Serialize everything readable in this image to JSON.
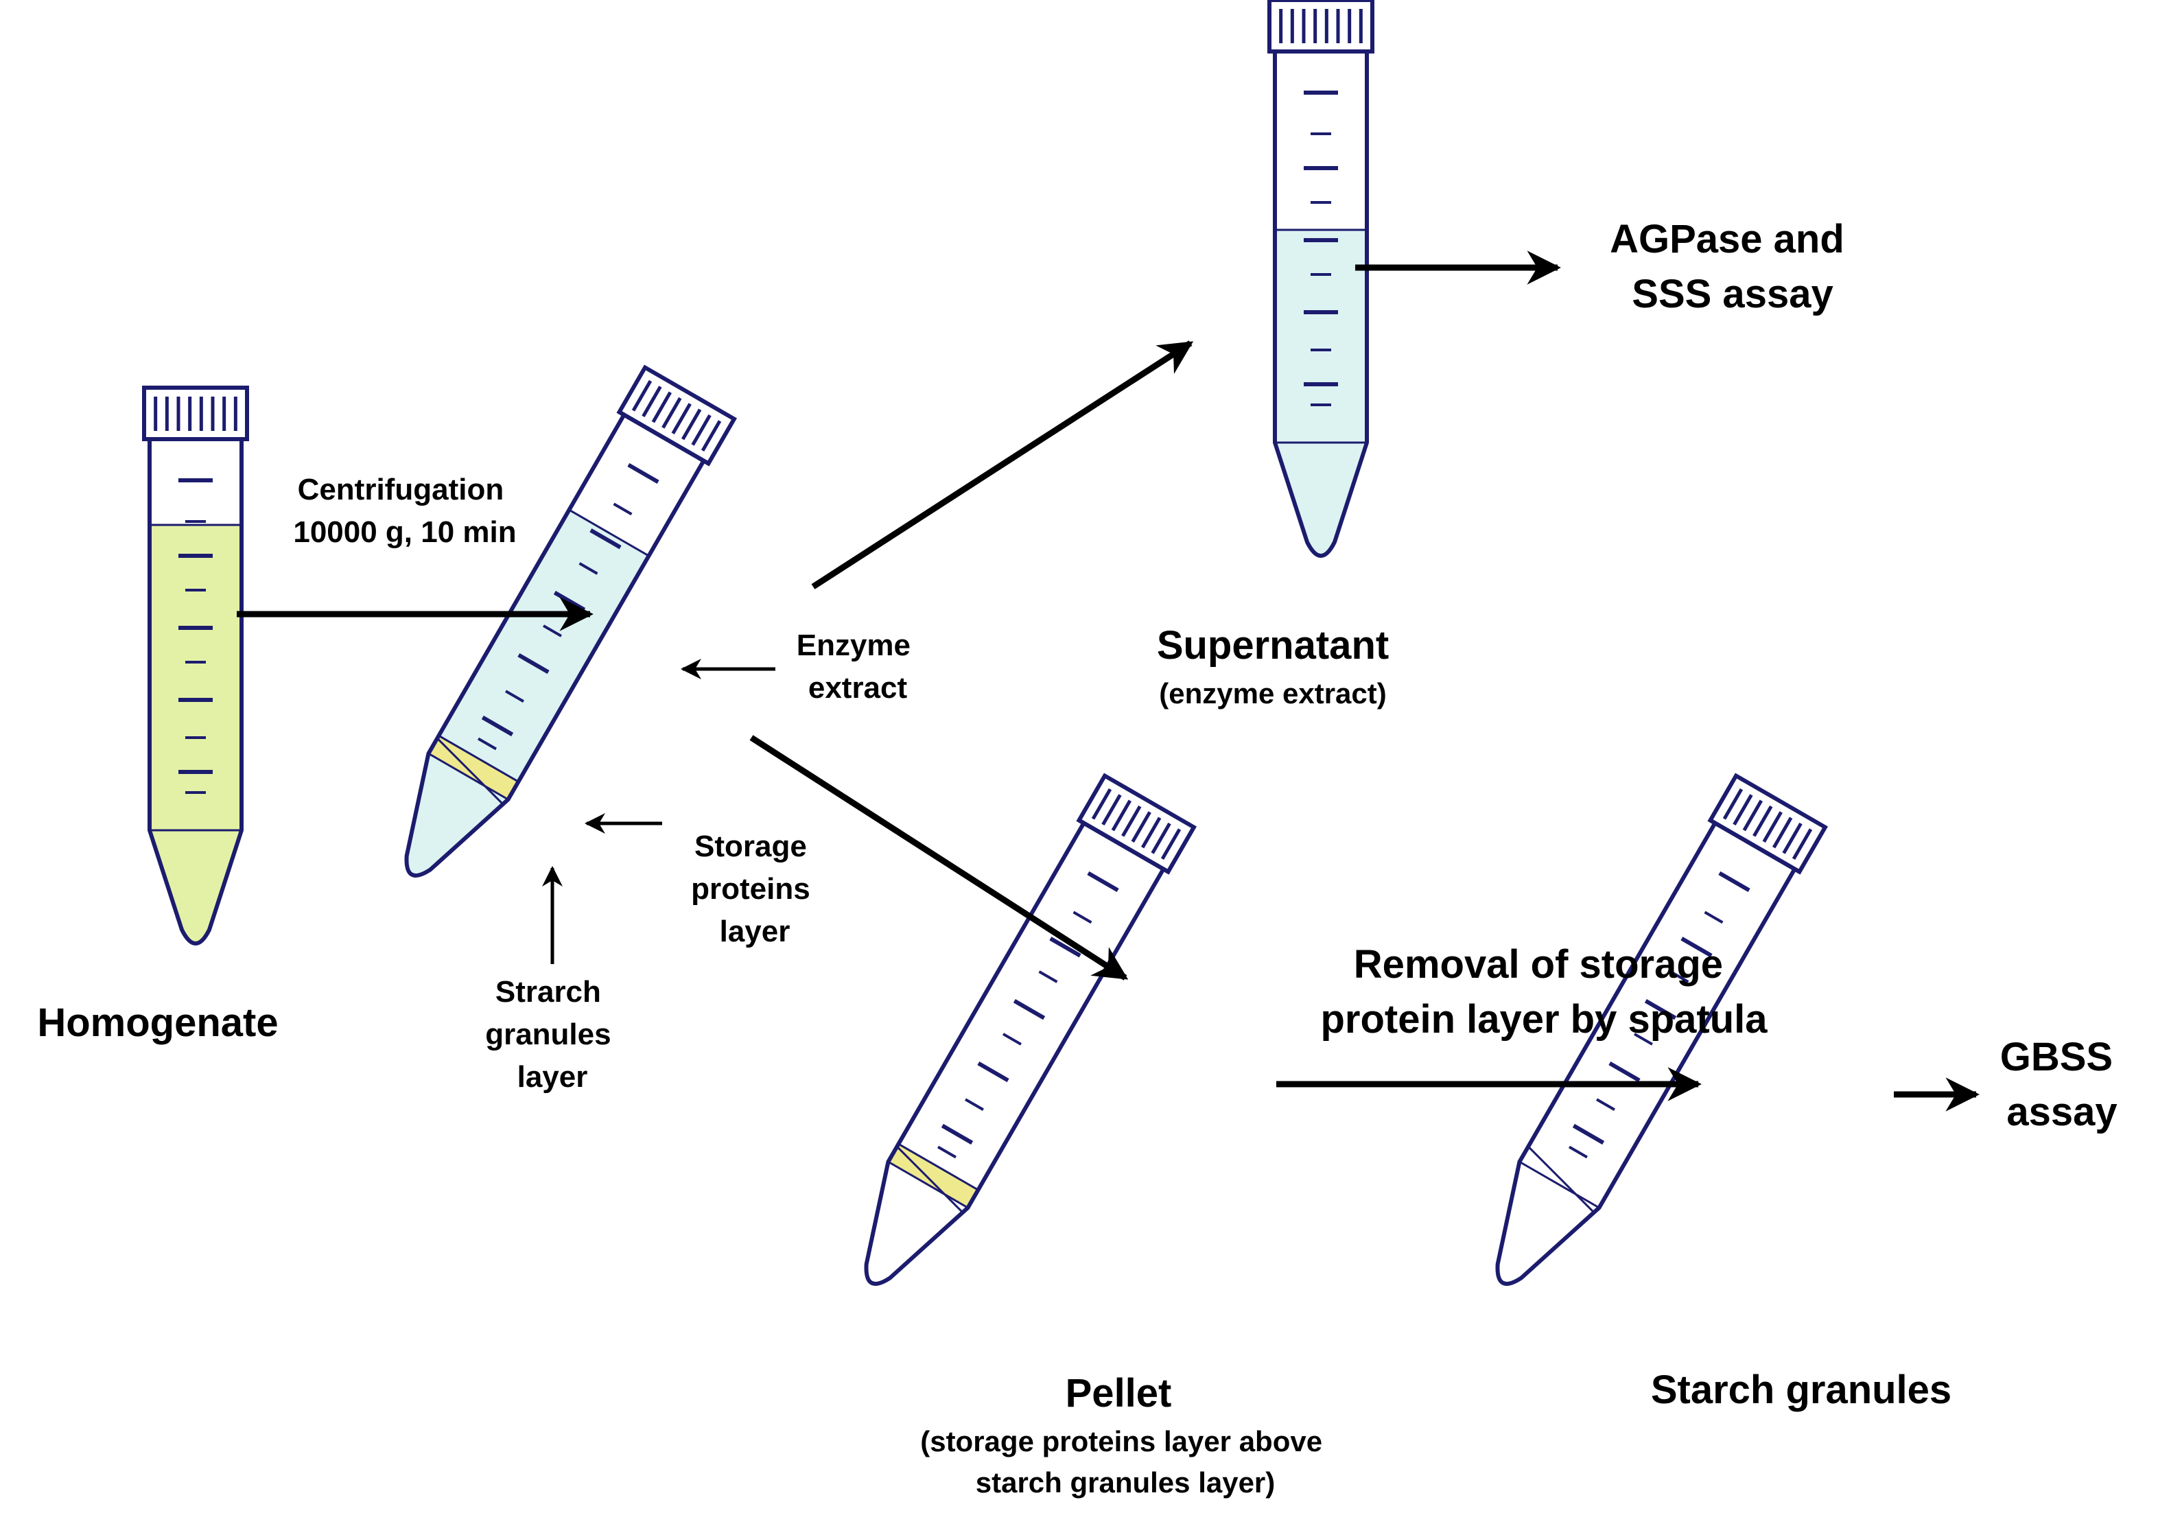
{
  "colors": {
    "tube_outline": "#1c1c6e",
    "graduation": "#1c1c6e",
    "homogenate_fill": "#e3f1a6",
    "extract_fill": "#dcf3f2",
    "protein_layer_fill": "#efe98e",
    "arrow": "#000000"
  },
  "labels": {
    "homogenate": "Homogenate",
    "centrifugation_line1": "Centrifugation",
    "centrifugation_line2": "10000 g, 10 min",
    "enzyme_extract_line1": "Enzyme",
    "enzyme_extract_line2": "extract",
    "storage_proteins_line1": "Storage",
    "storage_proteins_line2": "proteins",
    "storage_proteins_line3": "layer",
    "starch_layer_line1": "Strarch",
    "starch_layer_line2": "granules",
    "starch_layer_line3": "layer",
    "supernatant": "Supernatant",
    "supernatant_sub": "(enzyme extract)",
    "agpase_line1": "AGPase and",
    "agpase_line2": "SSS assay",
    "removal_line1": "Removal of storage",
    "removal_line2": "protein layer by spatula",
    "pellet": "Pellet",
    "pellet_sub_line1": "(storage proteins layer above",
    "pellet_sub_line2": "starch granules layer)",
    "starch_granules": "Starch granules",
    "gbss_line1": "GBSS",
    "gbss_line2": "assay"
  }
}
